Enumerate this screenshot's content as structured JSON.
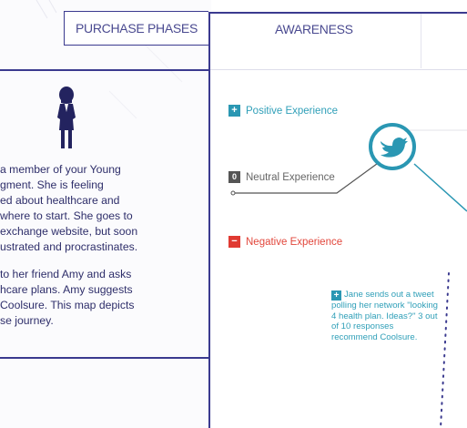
{
  "header": {
    "phase_tab_label": "PURCHASE PHASES",
    "phase_column_label": "AWARENESS"
  },
  "persona": {
    "paragraphs": [
      "a member of your Young\ngment. She is feeling\ned about healthcare and\n where to start. She goes to\nexchange website, but soon\nustrated and procrastinates.",
      "to her friend Amy and asks\nhcare plans. Amy suggests\nCoolsure. This map depicts\nse journey."
    ]
  },
  "experience": {
    "positive_label": "Positive Experience",
    "neutral_label": "Neutral Experience",
    "negative_label": "Negative Experience",
    "positive_symbol": "+",
    "neutral_symbol": "0",
    "negative_symbol": "−"
  },
  "touchpoint": {
    "icon": "twitter-bird-icon",
    "note_symbol": "+",
    "note_text": "Jane sends out a tweet polling her network \"looking 4 health plan. Ideas?\" 3 out of 10 responses recommend Coolsure."
  },
  "colors": {
    "navy": "#3b3a8f",
    "positive": "#2a97b3",
    "neutral": "#555555",
    "negative": "#e03a32"
  }
}
